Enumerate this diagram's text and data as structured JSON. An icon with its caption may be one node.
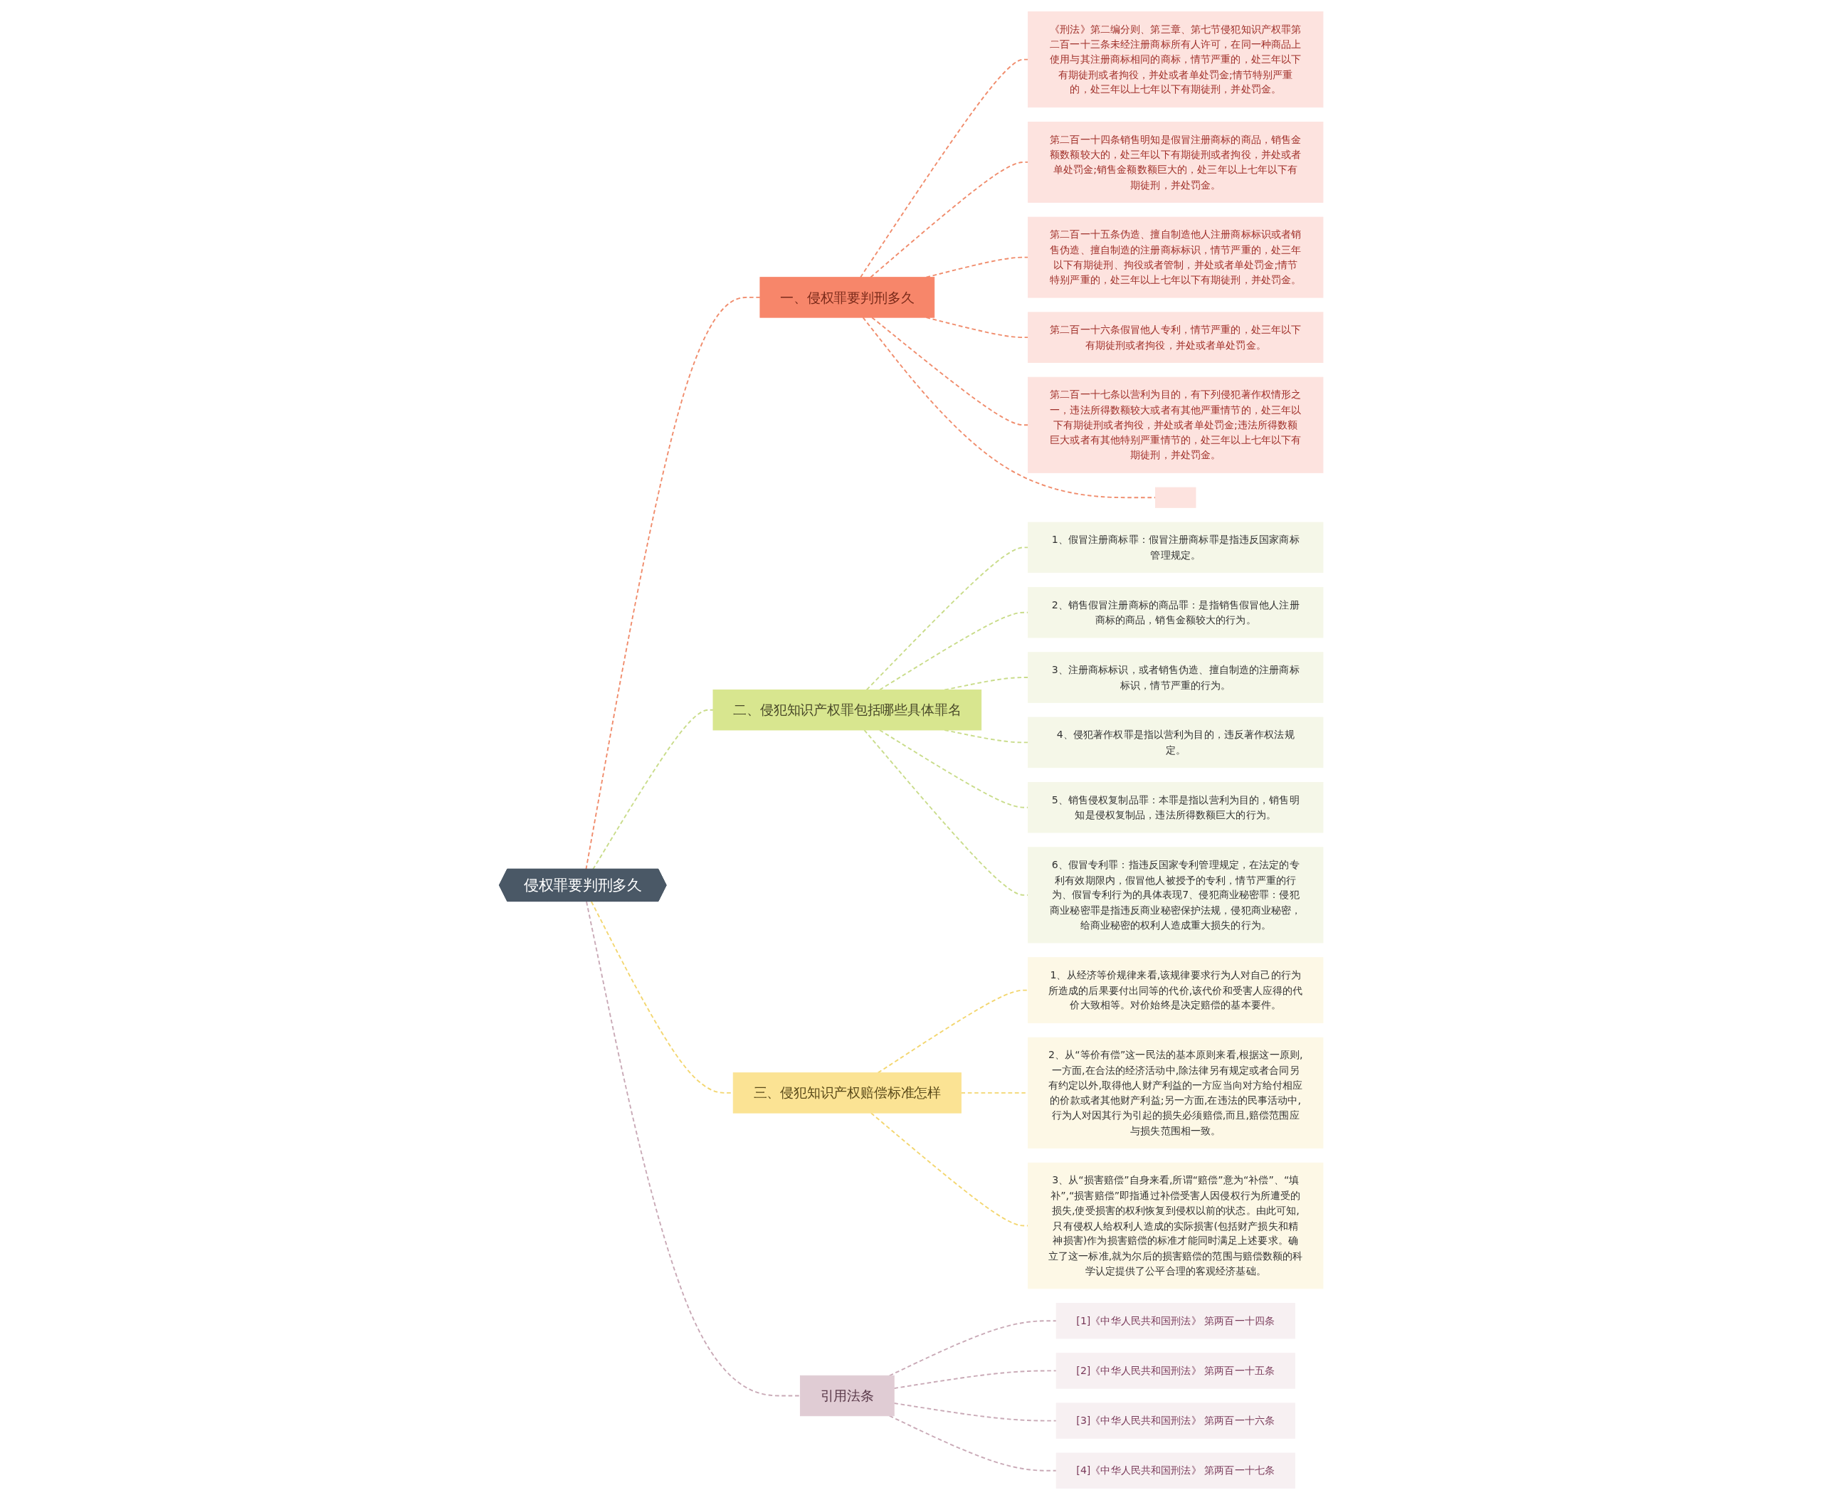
{
  "diagram": {
    "nodes": [
      {
        "text": [
          "侵权罪要判刑多久"
        ]
      },
      {
        "text": [
          "一、侵权罪要判刑多久"
        ]
      },
      {
        "text": [
          "《刑法》第二编分则、第三章、第七节侵犯知识产权罪第二百一十三条未经注册商标所有人许可，在同一种商品上使用与其注册商标相同的商标，情节严重的，处三年以下有期徒刑或者拘役，并处或者单处罚金;情节特别严重的，处三年以上七年以下有期徒刑，并处罚金。"
        ]
      },
      {
        "text": [
          "第二百一十四条销售明知是假冒注册商标的商品，销售金额数额较大的，处三年以下有期徒刑或者拘役，并处或者单处罚金;销售金额数额巨大的，处三年以上七年以下有期徒刑，并处罚金。"
        ]
      },
      {
        "text": [
          "第二百一十五条伪造、擅自制造他人注册商标标识或者销售伪造、擅自制造的注册商标标识，情节严重的，处三年以下有期徒刑、拘役或者管制，并处或者单处罚金;情节特别严重的，处三年以上七年以下有期徒刑，并处罚金。"
        ]
      },
      {
        "text": [
          "第二百一十六条假冒他人专利，情节严重的，处三年以下有期徒刑或者拘役，并处或者单处罚金。"
        ]
      },
      {
        "text": [
          "第二百一十七条以营利为目的，有下列侵犯著作权情形之一，违法所得数额较大或者有其他严重情节的，处三年以下有期徒刑或者拘役，并处或者单处罚金;违法所得数额巨大或者有其他特别严重情节的，处三年以上七年以下有期徒刑，并处罚金。"
        ]
      },
      {
        "text": [],
        "shape": "box"
      },
      {
        "text": [
          "二、侵犯知识产权罪包括哪些具体罪名"
        ]
      },
      {
        "text": [
          "1、假冒注册商标罪：假冒注册商标罪是指违反国家商标管理规定。"
        ]
      },
      {
        "text": [
          "2、销售假冒注册商标的商品罪：是指销售假冒他人注册商标的商品，销售金额较大的行为。"
        ]
      },
      {
        "text": [
          "3、注册商标标识，或者销售伪造、擅自制造的注册商标标识，情节严重的行为。"
        ]
      },
      {
        "text": [
          "4、侵犯著作权罪是指以营利为目的，违反著作权法规定。"
        ]
      },
      {
        "text": [
          "5、销售侵权复制品罪：本罪是指以营利为目的，销售明知是侵权复制品，违法所得数额巨大的行为。"
        ]
      },
      {
        "text": [
          "6、假冒专利罪：指违反国家专利管理规定，在法定的专利有效期限内，假冒他人被授予的专利，情节严重的行为、假冒专利行为的具体表现7、侵犯商业秘密罪：侵犯商业秘密罪是指违反商业秘密保护法规，侵犯商业秘密，给商业秘密的权利人造成重大损失的行为。"
        ]
      },
      {
        "text": [
          "三、侵犯知识产权赔偿标准怎样"
        ]
      },
      {
        "text": [
          "1、从经济等价规律来看,该规律要求行为人对自己的行为所造成的后果要付出同等的代价,该代价和受害人应得的代价大致相等。对价始终是决定赔偿的基本要件。"
        ]
      },
      {
        "text": [
          "2、从“等价有偿”这一民法的基本原则来看,根据这一原则,一方面,在合法的经济活动中,除法律另有规定或者合同另有约定以外,取得他人财产利益的一方应当向对方给付相应的价款或者其他财产利益;另一方面,在违法的民事活动中,行为人对因其行为引起的损失必须赔偿,而且,赔偿范围应与损失范围相一致。"
        ]
      },
      {
        "text": [
          "3、从“损害赔偿”自身来看,所谓“赔偿”意为“补偿”、“填补”,“损害赔偿”即指通过补偿受害人因侵权行为所遭受的损失,使受损害的权利恢复到侵权以前的状态。由此可知,只有侵权人给权利人造成的实际损害(包括财产损失和精神损害)作为损害赔偿的标准才能同时满足上述要求。确立了这一标准,就为尔后的损害赔偿的范围与赔偿数额的科学认定提供了公平合理的客观经济基础。"
        ]
      },
      {
        "text": [
          "引用法条"
        ]
      },
      {
        "text": [
          "[1]《中华人民共和国刑法》 第两百一十四条"
        ]
      },
      {
        "text": [
          "[2]《中华人民共和国刑法》 第两百一十五条"
        ]
      },
      {
        "text": [
          "[3]《中华人民共和国刑法》 第两百一十六条"
        ]
      },
      {
        "text": [
          "[4]《中华人民共和国刑法》 第两百一十七条"
        ]
      }
    ],
    "edges": [
      {
        "from": 0,
        "to": 1,
        "arrow": "none",
        "style": "dashed",
        "color": "#f08c6c"
      },
      {
        "from": 1,
        "to": 2,
        "arrow": "none",
        "style": "dashed",
        "color": "#f08c6c"
      },
      {
        "from": 1,
        "to": 3,
        "arrow": "none",
        "style": "dashed",
        "color": "#f08c6c"
      },
      {
        "from": 1,
        "to": 4,
        "arrow": "none",
        "style": "dashed",
        "color": "#f08c6c"
      },
      {
        "from": 1,
        "to": 5,
        "arrow": "none",
        "style": "dashed",
        "color": "#f08c6c"
      },
      {
        "from": 1,
        "to": 6,
        "arrow": "none",
        "style": "dashed",
        "color": "#f08c6c"
      },
      {
        "from": 1,
        "to": 7,
        "arrow": "none",
        "style": "dashed",
        "color": "#f08c6c"
      },
      {
        "from": 0,
        "to": 8,
        "arrow": "none",
        "style": "dashed",
        "color": "#c9dc8a"
      },
      {
        "from": 8,
        "to": 9,
        "arrow": "none",
        "style": "dashed",
        "color": "#c9dc8a"
      },
      {
        "from": 8,
        "to": 10,
        "arrow": "none",
        "style": "dashed",
        "color": "#c9dc8a"
      },
      {
        "from": 8,
        "to": 11,
        "arrow": "none",
        "style": "dashed",
        "color": "#c9dc8a"
      },
      {
        "from": 8,
        "to": 12,
        "arrow": "none",
        "style": "dashed",
        "color": "#c9dc8a"
      },
      {
        "from": 8,
        "to": 13,
        "arrow": "none",
        "style": "dashed",
        "color": "#c9dc8a"
      },
      {
        "from": 8,
        "to": 14,
        "arrow": "none",
        "style": "dashed",
        "color": "#c9dc8a"
      },
      {
        "from": 0,
        "to": 15,
        "arrow": "none",
        "style": "dashed",
        "color": "#f3d66f"
      },
      {
        "from": 15,
        "to": 16,
        "arrow": "none",
        "style": "dashed",
        "color": "#f3d66f"
      },
      {
        "from": 15,
        "to": 17,
        "arrow": "none",
        "style": "dashed",
        "color": "#f3d66f"
      },
      {
        "from": 15,
        "to": 18,
        "arrow": "none",
        "style": "dashed",
        "color": "#f3d66f"
      },
      {
        "from": 0,
        "to": 19,
        "arrow": "none",
        "style": "dashed",
        "color": "#c9a9b6"
      },
      {
        "from": 19,
        "to": 20,
        "arrow": "none",
        "style": "dashed",
        "color": "#c9a9b6"
      },
      {
        "from": 19,
        "to": 21,
        "arrow": "none",
        "style": "dashed",
        "color": "#c9a9b6"
      },
      {
        "from": 19,
        "to": 22,
        "arrow": "none",
        "style": "dashed",
        "color": "#c9a9b6"
      },
      {
        "from": 19,
        "to": 23,
        "arrow": "none",
        "style": "dashed",
        "color": "#c9a9b6"
      }
    ]
  }
}
